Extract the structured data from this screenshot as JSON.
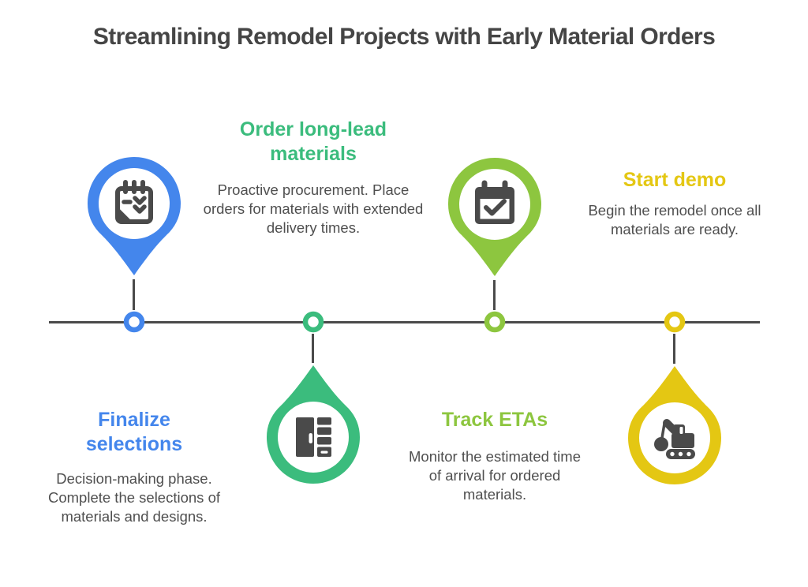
{
  "title": "Streamlining Remodel Projects with Early Material Orders",
  "timeline": {
    "line_color": "#4A4A4A",
    "icon_color": "#4A4A4A",
    "title_color": "#454545",
    "description_color": "#4F4F4F",
    "background_color": "#FFFFFF"
  },
  "steps": [
    {
      "title": "Finalize selections",
      "description": "Decision-making phase. Complete the selections of materials and designs.",
      "color": "#4486EC",
      "icon": "notepad-check-icon",
      "marker": "pin-down-above-line",
      "text_position": "below-line"
    },
    {
      "title": "Order long-lead materials",
      "description": "Proactive procurement. Place orders for materials with extended delivery times.",
      "color": "#3BBC7D",
      "icon": "wardrobe-icon",
      "marker": "teardrop-up-below-line",
      "text_position": "above-line"
    },
    {
      "title": "Track ETAs",
      "description": "Monitor the estimated time of arrival for ordered materials.",
      "color": "#8DC63F",
      "icon": "calendar-check-icon",
      "marker": "pin-down-above-line",
      "text_position": "below-line"
    },
    {
      "title": "Start demo",
      "description": "Begin the remodel once all materials are ready.",
      "color": "#E4C713",
      "icon": "excavator-icon",
      "marker": "teardrop-up-below-line",
      "text_position": "above-line"
    }
  ]
}
